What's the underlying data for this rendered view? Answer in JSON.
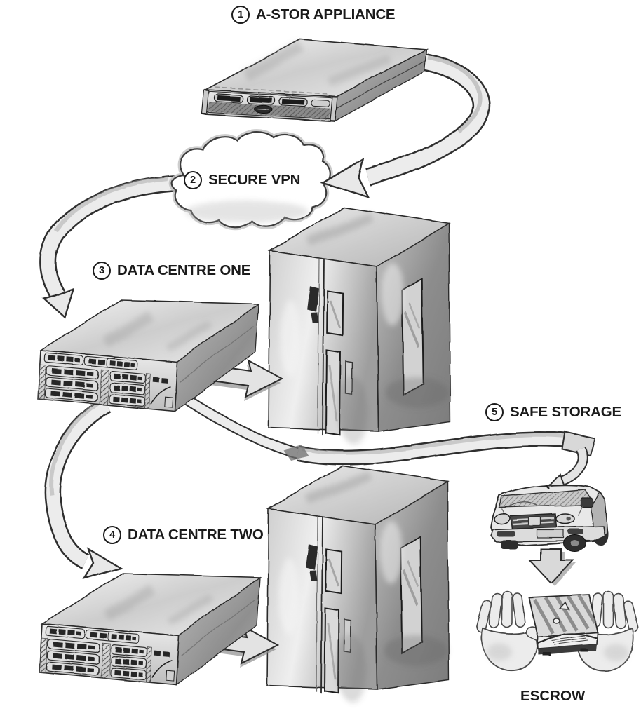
{
  "colors": {
    "ink": "#1b1b1b",
    "paper": "#ffffff",
    "pencil_light": "#ececec",
    "pencil_mid": "#b5b5b5",
    "pencil_dark": "#7d7d7d"
  },
  "steps": [
    {
      "number": "1",
      "label": "A-STOR APPLIANCE"
    },
    {
      "number": "2",
      "label": "SECURE VPN"
    },
    {
      "number": "3",
      "label": "DATA CENTRE ONE"
    },
    {
      "number": "4",
      "label": "DATA CENTRE TWO"
    },
    {
      "number": "5",
      "label": "SAFE STORAGE"
    }
  ],
  "escrow": {
    "label": "ESCROW"
  },
  "figures": {
    "appliance": "rack-appliance-sketch",
    "vpn": "cloud-sketch",
    "datacentre_one": "rack-server-and-cabinet-sketch",
    "datacentre_two": "rack-server-and-cabinet-sketch",
    "safe_storage": "courier-van-sketch",
    "escrow": "hands-holding-appliance-sketch"
  }
}
